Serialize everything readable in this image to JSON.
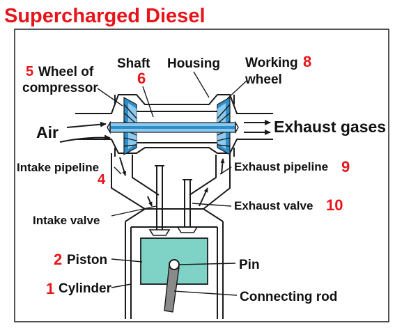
{
  "title": "Supercharged Diesel",
  "labels": {
    "wheel_of_compressor_num": "5",
    "wheel_of_compressor_line1": "Wheel of",
    "wheel_of_compressor_line2": "compressor",
    "shaft": "Shaft",
    "shaft_num": "6",
    "housing": "Housing",
    "working_wheel_line1": "Working",
    "working_wheel_line2": "wheel",
    "working_wheel_num": "8",
    "air": "Air",
    "exhaust_gases": "Exhaust gases",
    "intake_pipeline": "Intake pipeline",
    "intake_pipeline_num": "4",
    "exhaust_pipeline": "Exhaust pipeline",
    "exhaust_pipeline_num": "9",
    "intake_valve": "Intake valve",
    "exhaust_valve": "Exhaust valve",
    "exhaust_valve_num": "10",
    "piston_num": "2",
    "piston": "Piston",
    "pin": "Pin",
    "cylinder_num": "1",
    "cylinder": "Cylinder",
    "connecting_rod": "Connecting rod"
  },
  "colors": {
    "accent_red": "#e8141a",
    "piston_teal": "#7fd3c6",
    "turbo_blue": "#2f8fc9",
    "turbo_light": "#8cc9ee",
    "rod_gray": "#8a8a8a"
  }
}
